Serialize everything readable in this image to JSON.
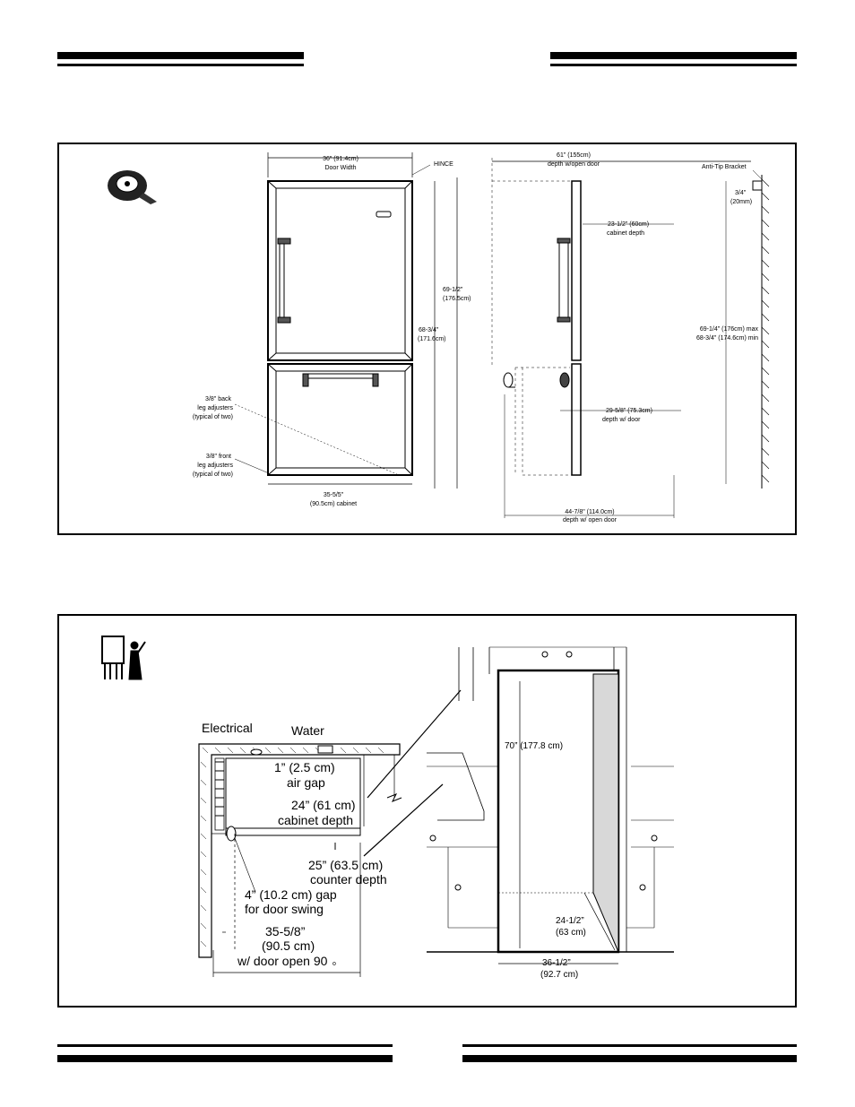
{
  "diagram1": {
    "door_width": "36\" (91.4cm)",
    "door_width_label": "Door Width",
    "hinge": "HINCE",
    "height_total": "69-1/2\"",
    "height_total_cm": "(176.5cm)",
    "height_cab": "68-3/4\"",
    "height_cab_cm": "(171.6cm)",
    "back_leg_1": "3/8\" back",
    "back_leg_2": "leg adjusters",
    "back_leg_3": "(typical of two)",
    "front_leg_1": "3/8\" front",
    "front_leg_2": "leg adjusters",
    "front_leg_3": "(typical of two)",
    "cabinet_width": "35-5/5\"",
    "cabinet_width_cm": "(90.5cm) cabinet",
    "open_door_depth": "61\" (155cm)",
    "open_door_depth_label": "depth w/open door",
    "anti_tip": "Anti-Tip Bracket",
    "anti_tip_size": "3/4\"",
    "anti_tip_cm": "(20mm)",
    "cabinet_depth": "23-1/2\" (60cm)",
    "cabinet_depth_label": "cabinet depth",
    "height_range_1": "69-1/4\" (176cm) max",
    "height_range_2": "68-3/4\" (174.6cm) min",
    "depth_door": "29-5/8\" (75.3cm)",
    "depth_door_label": "depth w/ door",
    "depth_open": "44-7/8\" (114.0cm)",
    "depth_open_label": "depth w/ open door"
  },
  "diagram2": {
    "electrical": "Electrical",
    "water": "Water",
    "air_gap_1": "1” (2.5 cm)",
    "air_gap_2": "air gap",
    "cab_depth_1": "24” (61 cm)",
    "cab_depth_2": "cabinet depth",
    "counter_1": "25” (63.5 cm)",
    "counter_2": "counter depth",
    "gap_1": "4” (10.2 cm) gap",
    "gap_2": "for door swing",
    "open_1": "35-5/8”",
    "open_2": "(90.5 cm)",
    "open_3": "w/ door open 90",
    "open_deg": "o",
    "height": "70” (177.8 cm)",
    "depth_1": "24-1/2”",
    "depth_2": "(63 cm)",
    "width_1": "36-1/2”",
    "width_2": "(92.7 cm)"
  }
}
